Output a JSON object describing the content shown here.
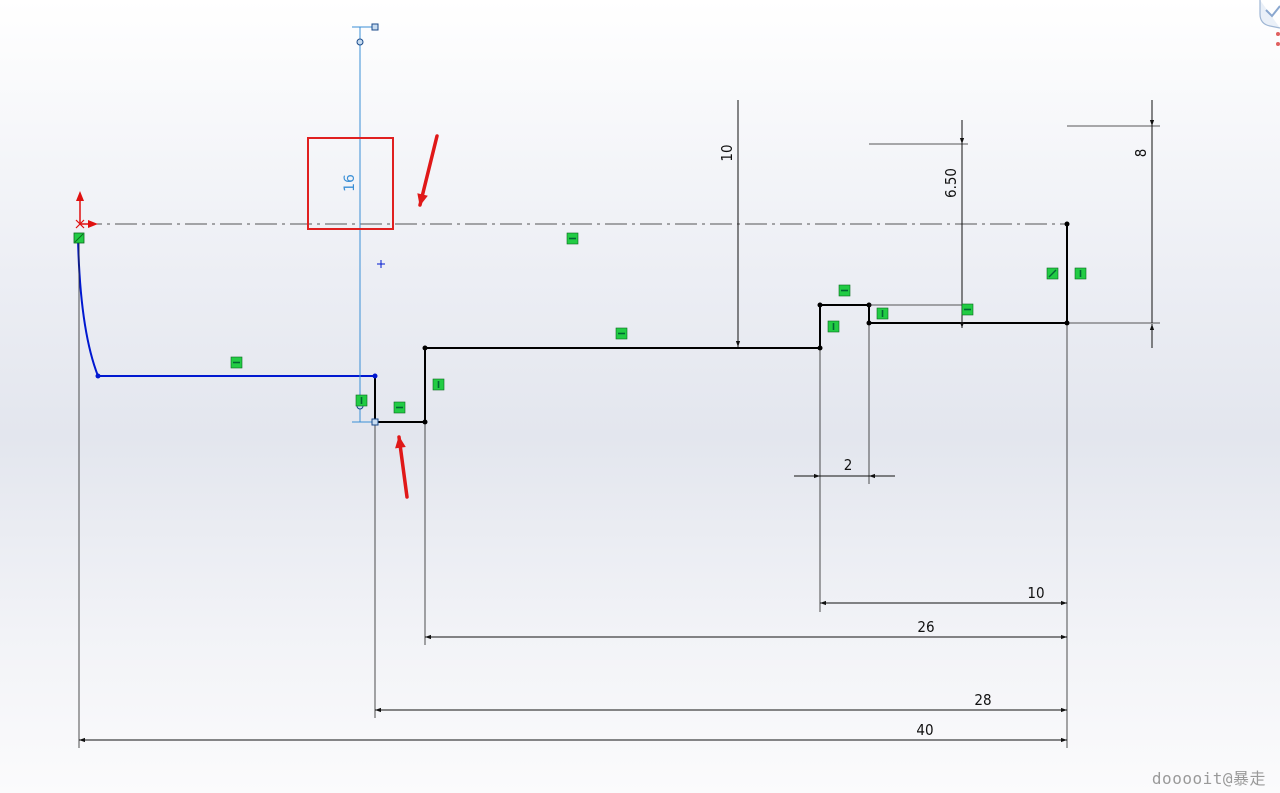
{
  "dimensions": {
    "d16": "16",
    "d10_vertical": "10",
    "d6_50": "6.50",
    "d8": "8",
    "d2": "2",
    "d10_horizontal": "10",
    "d26": "26",
    "d28": "28",
    "d40": "40"
  },
  "watermark": "dooooit@暴走",
  "colors": {
    "sketch_line": "#000000",
    "selected_line": "#0018d0",
    "active_dimension": "#3a8fd6",
    "highlight_box": "#e02020",
    "annotation_arrow": "#e01818",
    "relation_marker": "#22cc44",
    "origin_red": "#e01010"
  },
  "icons": {
    "relation_horizontal": "horizontal-relation-icon",
    "relation_vertical": "vertical-relation-icon",
    "origin": "origin-icon",
    "corner": "confirm-corner-icon"
  }
}
